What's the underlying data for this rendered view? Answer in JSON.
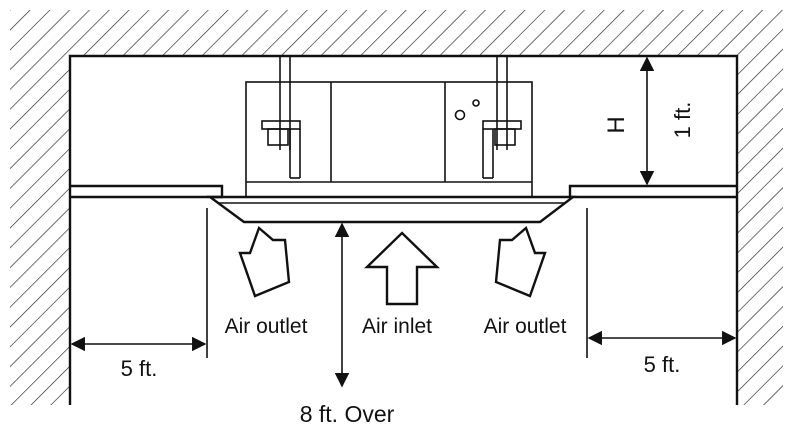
{
  "labels": {
    "air_outlet_left": "Air outlet",
    "air_inlet": "Air inlet",
    "air_outlet_right": "Air outlet",
    "clearance_left": "5 ft.",
    "clearance_right": "5 ft.",
    "floor_height": "8 ft. Over",
    "unit_height_symbol": "H",
    "ceiling_space": "1 ft."
  },
  "colors": {
    "line": "#111111",
    "background": "#ffffff"
  },
  "icons": {
    "outlet_left": "arrow-down-left-icon",
    "inlet": "arrow-up-icon",
    "outlet_right": "arrow-down-right-icon"
  }
}
